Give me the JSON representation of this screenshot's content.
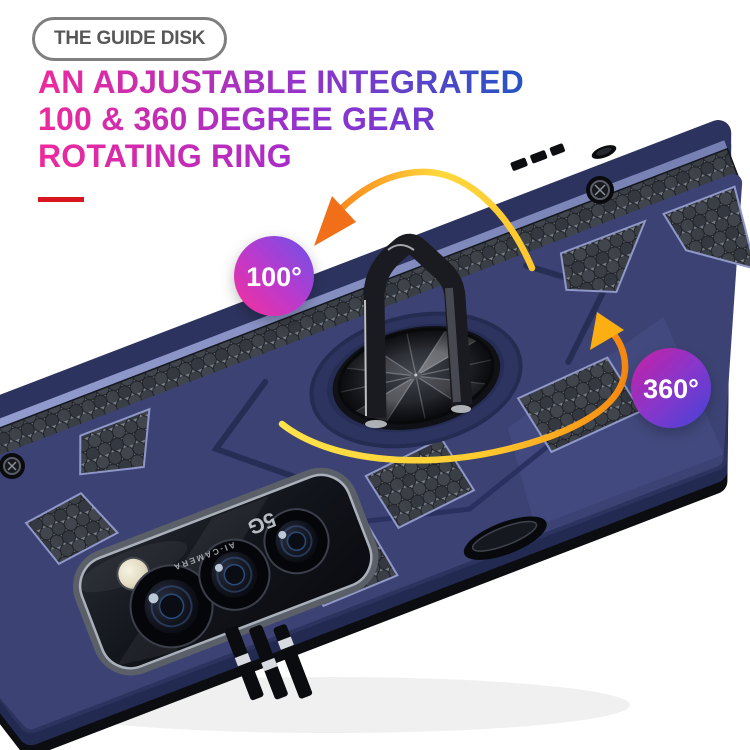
{
  "header": {
    "pill_label": "THE GUIDE DISK",
    "title_lines": [
      "AN ADJUSTABLE INTEGRATED",
      "100 & 360 DEGREE GEAR",
      "ROTATING RING"
    ]
  },
  "callouts": {
    "small_angle": "100°",
    "full_angle": "360°"
  },
  "case_markings": {
    "network": "5G",
    "camera": "AI-CAMERA"
  },
  "palette": {
    "case_navy": "#3c4374",
    "case_rim_navy": "#2c335e",
    "case_edge_black": "#0c0d11",
    "accent_periwinkle": "#8d96c8",
    "underline_red": "#d8161f",
    "arrow_yellow": "#ffd83c",
    "arrow_orange": "#f6870f",
    "badge_100_gradient": [
      "#f7309a",
      "#6b52e8"
    ],
    "badge_360_gradient": [
      "#cf1fa4",
      "#4444dc"
    ],
    "headline_gradient": [
      "#ee2a9b",
      "#2354c5"
    ]
  }
}
